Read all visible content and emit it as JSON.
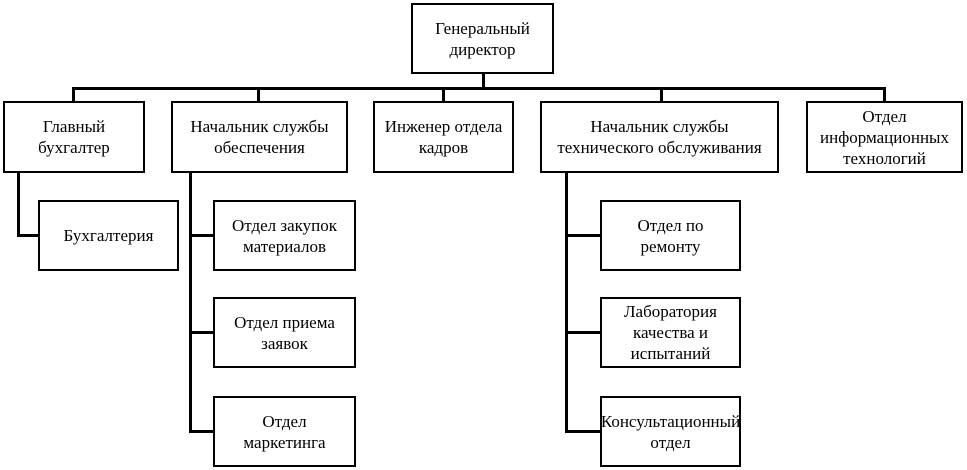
{
  "root": "Генеральный\nдиректор",
  "level1": [
    "Главный\nбухгалтер",
    "Начальник службы\nобеспечения",
    "Инженер отдела\nкадров",
    "Начальник службы\nтехнического обслуживания",
    "Отдел\nинформационных\nтехнологий"
  ],
  "accounting_children": [
    "Бухгалтерия"
  ],
  "supply_children": [
    "Отдел закупок\nматериалов",
    "Отдел приема\nзаявок",
    "Отдел\nмаркетинга"
  ],
  "tech_children": [
    "Отдел по\nремонту",
    "Лаборатория\nкачества и\nиспытаний",
    "Консультационный\nотдел"
  ]
}
